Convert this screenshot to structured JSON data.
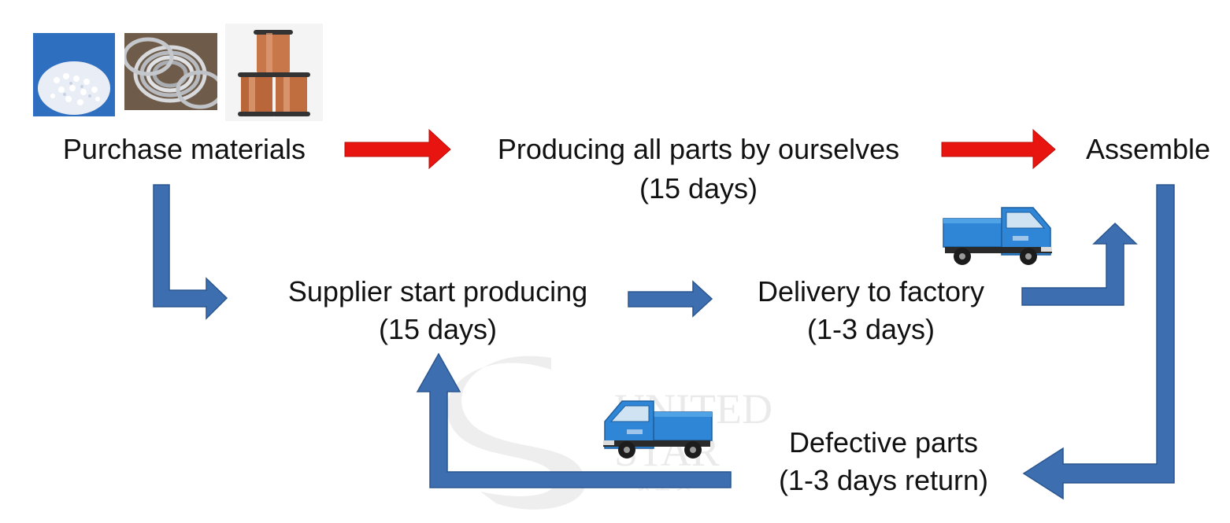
{
  "diagram": {
    "nodes": {
      "purchase": {
        "line1": "Purchase materials"
      },
      "produce_self": {
        "line1": "Producing all parts by ourselves",
        "line2": "(15 days)"
      },
      "assemble": {
        "line1": "Assemble"
      },
      "supplier": {
        "line1": "Supplier start producing",
        "line2": "(15 days)"
      },
      "delivery": {
        "line1": "Delivery to factory",
        "line2": "(1-3 days)"
      },
      "defective": {
        "line1": "Defective parts",
        "line2": "(1-3 days return)"
      }
    },
    "photos": [
      {
        "name": "plastic-pellets-photo"
      },
      {
        "name": "steel-wire-coil-photo"
      },
      {
        "name": "copper-wire-spools-photo"
      },
      {
        "name": "blue-truck-photo"
      },
      {
        "name": "blue-truck-photo"
      }
    ],
    "watermark": {
      "line1": "UNITED",
      "line2": "STAR",
      "chinese": "联 星 实"
    },
    "colors": {
      "red_arrow": "#e8140f",
      "blue_arrow": "#3d6fb0",
      "blue_arrow_edge": "#2b5690",
      "text": "#111111",
      "truck": "#2f86d6"
    }
  }
}
